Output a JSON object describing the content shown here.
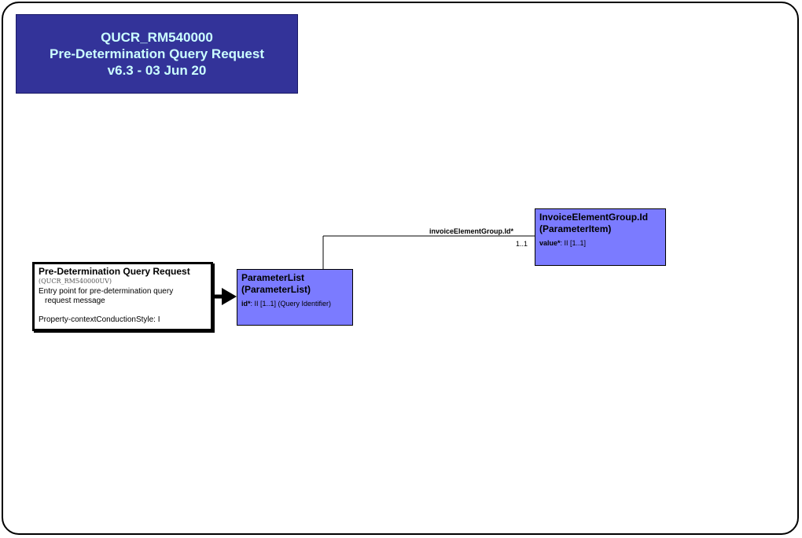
{
  "title": {
    "line1": "QUCR_RM540000",
    "line2": "Pre-Determination Query Request",
    "line3": "v6.3 - 03 Jun 20"
  },
  "entry_point": {
    "title": "Pre-Determination Query Request",
    "code": "(QUCR_RM540000UV)",
    "description_line1": "Entry point for pre-determination query",
    "description_line2": "request message",
    "property": "Property-contextConductionStyle: I"
  },
  "parameter_list": {
    "name_line1": "ParameterList",
    "name_line2": "(ParameterList)",
    "attr_name": "id*",
    "attr_rest": ": II [1..1] (Query Identifier)"
  },
  "invoice_element_group": {
    "name_line1": "InvoiceElementGroup.Id",
    "name_line2": "(ParameterItem)",
    "attr_name": "value*",
    "attr_rest": ": II [1..1]"
  },
  "relationship": {
    "name": "invoiceElementGroup.Id*",
    "cardinality": "1..1"
  },
  "colors": {
    "title_bg": "#333399",
    "title_text": "#ccffff",
    "class_fill": "#7b7bff"
  }
}
